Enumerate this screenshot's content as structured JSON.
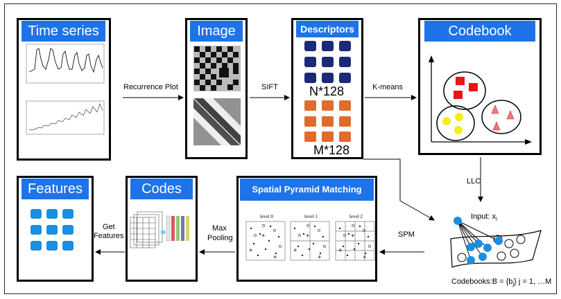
{
  "boxes": {
    "time_series": "Time series",
    "image": "Image",
    "descriptors": "Descriptors",
    "codebook": "Codebook",
    "features": "Features",
    "codes": "Codes",
    "spm": "Spatial Pyramid Matching"
  },
  "descriptor_counts": {
    "top": "N*128",
    "bottom": "M*128"
  },
  "arrows": {
    "recurrence": "Recurrence Plot",
    "sift": "SIFT",
    "kmeans": "K-means",
    "llc": "LLC",
    "spm": "SPM",
    "max_pooling_1": "Max",
    "max_pooling_2": "Pooling",
    "get_features_1": "Get",
    "get_features_2": "Features"
  },
  "llc_panel": {
    "input_label": "Input: x",
    "input_sub": "i",
    "codebooks_label": "Codebooks:B = {b",
    "codebooks_sub": "j",
    "codebooks_tail": "} j = 1, …M"
  },
  "pyramid_levels": [
    "level 0",
    "level 1",
    "level 2"
  ],
  "colors": {
    "title_blue": "#1e73e8",
    "navy": "#1a2a78",
    "orange": "#e26a2c",
    "red": "#e8141a",
    "yellow": "#f5ec1a",
    "salmon": "#ee7a70",
    "feature_blue": "#1a8fe0"
  }
}
